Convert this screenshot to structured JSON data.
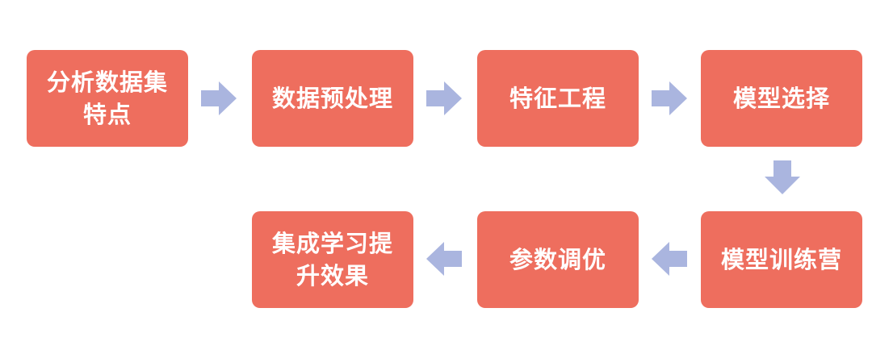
{
  "colors": {
    "box_fill": "#ee6e5e",
    "box_text": "#ffffff",
    "arrow_fill": "#aab5df",
    "background": "#ffffff"
  },
  "flow": {
    "steps": [
      {
        "label": "分析数据集\n特点"
      },
      {
        "label": "数据预处理"
      },
      {
        "label": "特征工程"
      },
      {
        "label": "模型选择"
      },
      {
        "label": "模型训练营"
      },
      {
        "label": "参数调优"
      },
      {
        "label": "集成学习提\n升效果"
      }
    ]
  }
}
